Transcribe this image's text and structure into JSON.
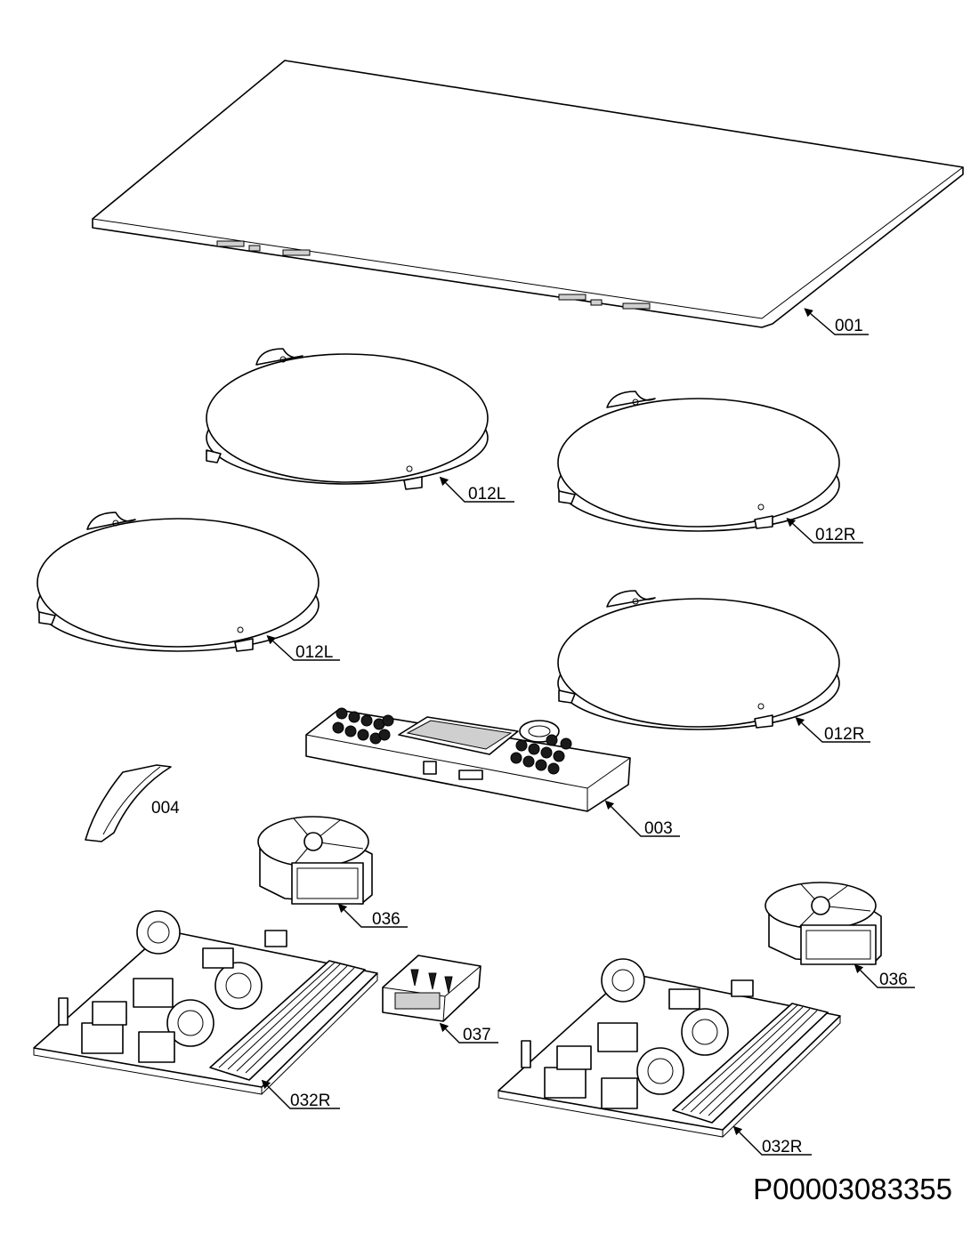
{
  "labels": {
    "l001": "001",
    "l012L_a": "012L",
    "l012R_a": "012R",
    "l012L_b": "012L",
    "l012R_b": "012R",
    "l003": "003",
    "l004": "004",
    "l036_a": "036",
    "l036_b": "036",
    "l037": "037",
    "l032R_a": "032R",
    "l032R_b": "032R"
  },
  "document_number": "P00003083355"
}
